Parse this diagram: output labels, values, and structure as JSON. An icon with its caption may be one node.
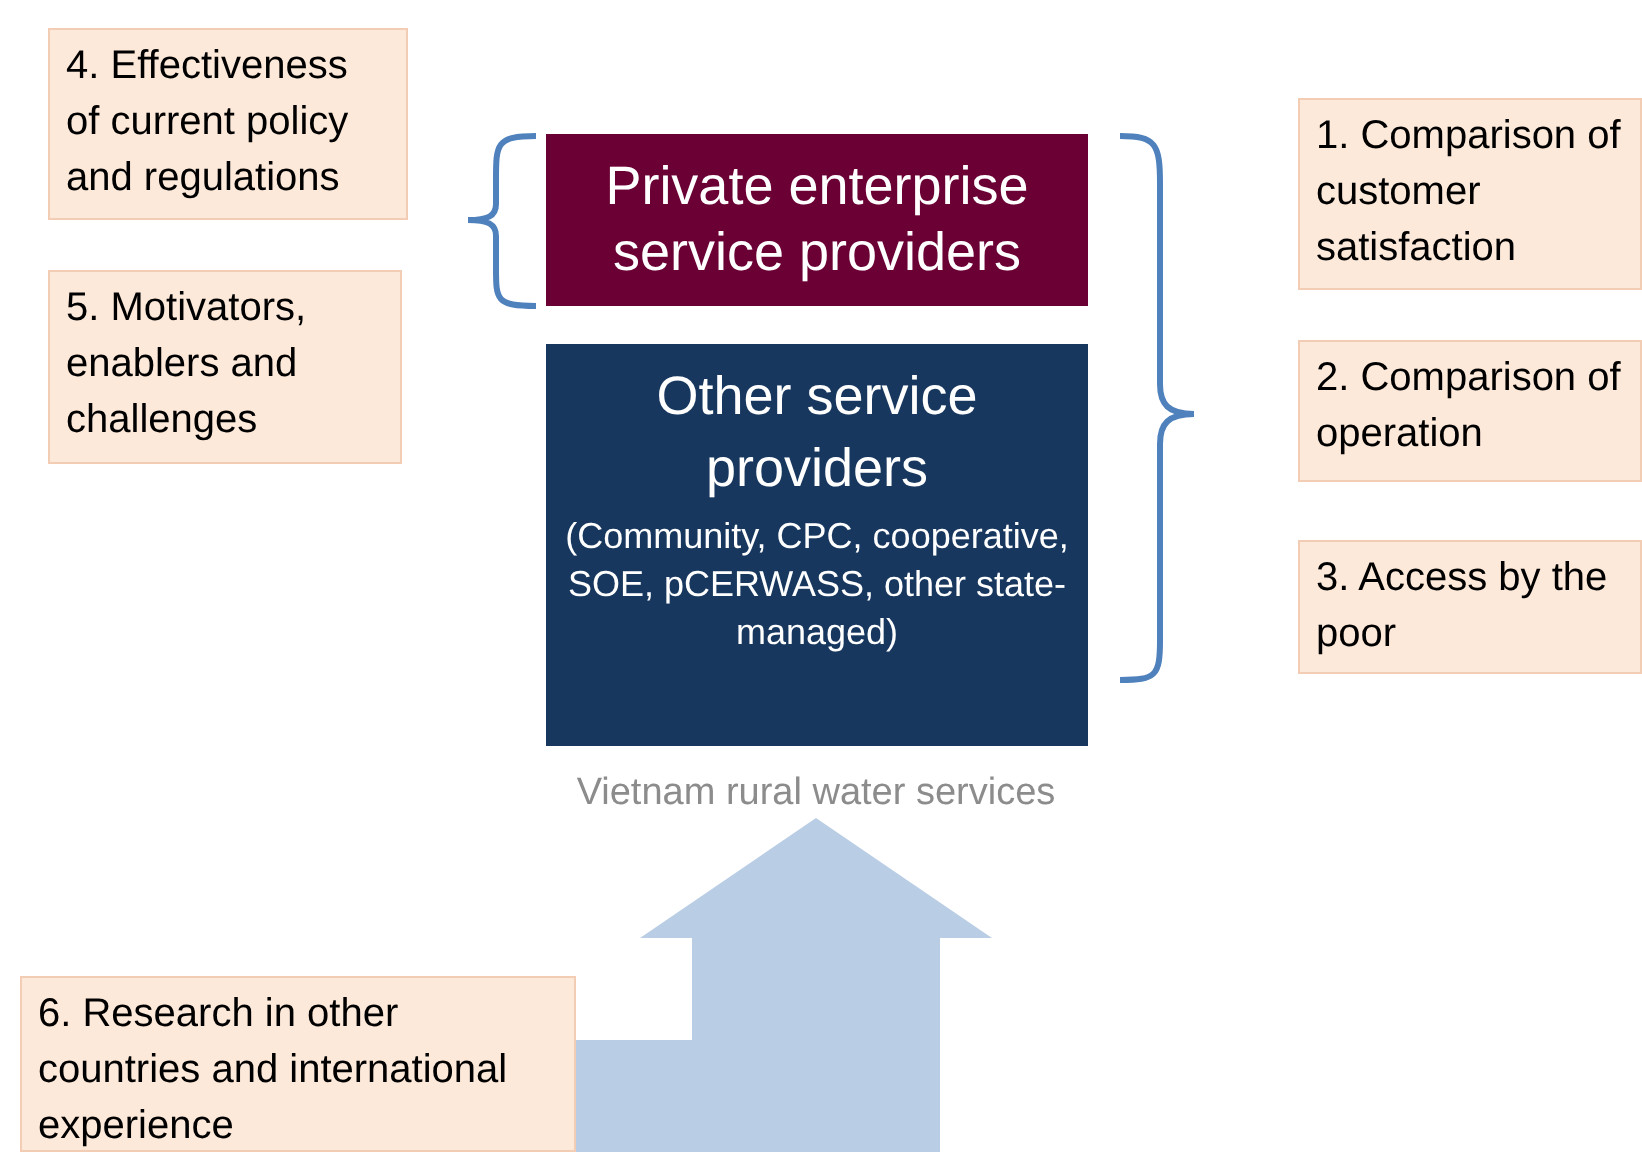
{
  "diagram": {
    "nodes": [
      {
        "text": [
          "4. Effectiveness of current policy and regulations"
        ]
      },
      {
        "text": [
          "5. Motivators, enablers and challenges"
        ]
      },
      {
        "text": [
          "Private enterprise service providers"
        ]
      },
      {
        "text": [
          "Other service providers",
          "(Community, CPC, cooperative, SOE, pCERWASS, other state-managed)"
        ]
      },
      {
        "text": [
          "1. Comparison of customer satisfaction"
        ]
      },
      {
        "text": [
          "2. Comparison of operation"
        ]
      },
      {
        "text": [
          "3. Access by the poor"
        ]
      },
      {
        "text": [
          "6. Research in other countries and international experience"
        ]
      },
      {
        "text": [
          "Vietnam rural water services"
        ]
      }
    ],
    "edges": [
      {
        "from": 7,
        "to": 8,
        "arrow": "to",
        "style": "thick"
      }
    ]
  }
}
